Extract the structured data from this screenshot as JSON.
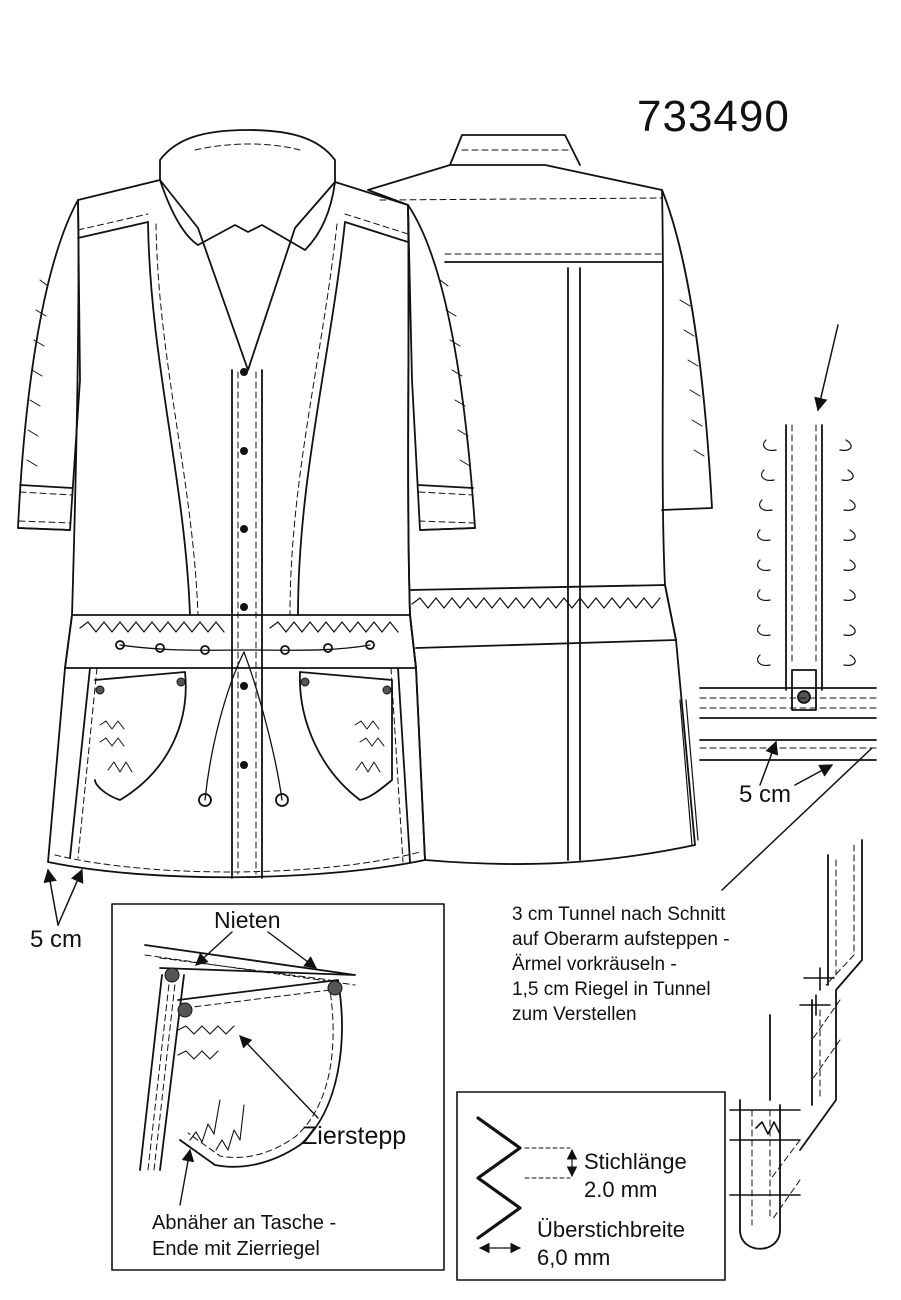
{
  "model_number": "733490",
  "measure_left": "5 cm",
  "measure_right": "5 cm",
  "instructions": [
    "3 cm Tunnel nach Schnitt",
    "auf Oberarm aufsteppen -",
    "Ärmel vorkräuseln -",
    "1,5 cm Riegel in Tunnel",
    "zum Verstellen"
  ],
  "detail": {
    "rivets_label": "Nieten",
    "decorative_stitch_label": "Zierstepp",
    "dart_note": [
      "Abnäher an Tasche -",
      "Ende mit Zierriegel"
    ]
  },
  "stitch_legend": {
    "stitch_length_label": "Stichlänge",
    "stitch_length_value": "2.0 mm",
    "overstitch_width_label": "Überstichbreite",
    "overstitch_width_value": "6,0 mm"
  },
  "colors": {
    "line": "#111111",
    "rivet": "#555555",
    "background": "#ffffff"
  }
}
